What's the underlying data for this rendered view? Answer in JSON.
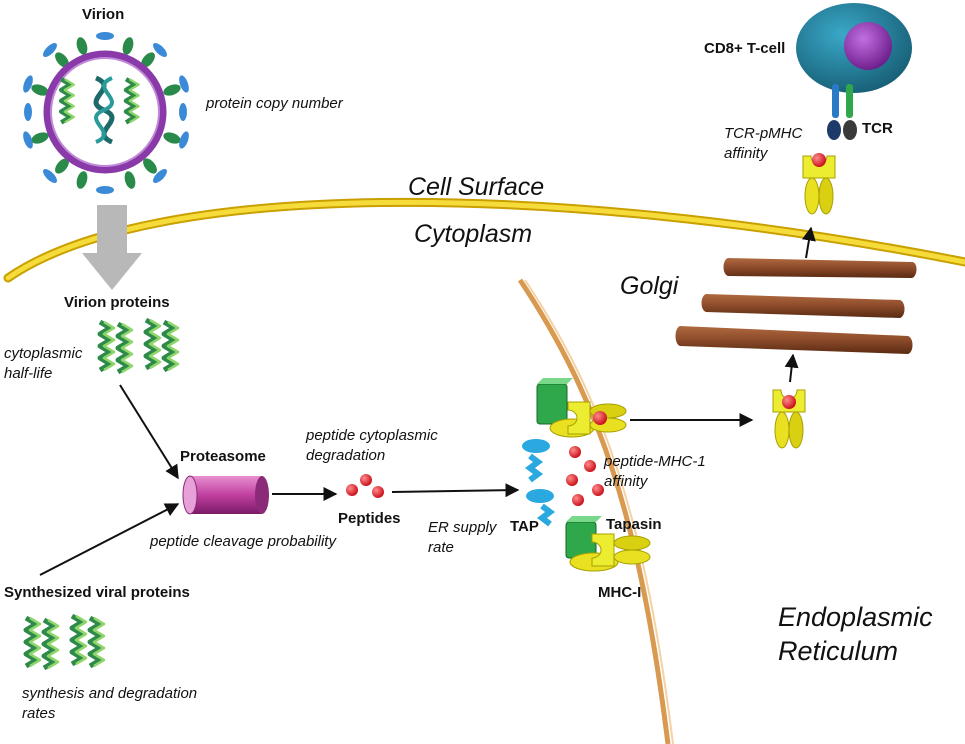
{
  "labels": {
    "virion": "Virion",
    "protein_copy_number": "protein copy number",
    "virion_proteins": "Virion proteins",
    "cytoplasmic_half_life_1": "cytoplasmic",
    "cytoplasmic_half_life_2": "half-life",
    "proteasome": "Proteasome",
    "peptide_cleavage_probability": "peptide cleavage probability",
    "peptide_degradation_1": "peptide cytoplasmic",
    "peptide_degradation_2": "degradation",
    "peptides": "Peptides",
    "er_supply_1": "ER supply",
    "er_supply_2": "rate",
    "tap": "TAP",
    "tapasin": "Tapasin",
    "mhc_i": "MHC-I",
    "peptide_mhc_affinity_1": "peptide-MHC-1",
    "peptide_mhc_affinity_2": "affinity",
    "golgi": "Golgi",
    "cell_surface": "Cell Surface",
    "cytoplasm": "Cytoplasm",
    "cd8_t_cell": "CD8+ T-cell",
    "tcr": "TCR",
    "tcr_pmhc_affinity_1": "TCR-pMHC",
    "tcr_pmhc_affinity_2": "affinity",
    "synthesized_viral_proteins": "Synthesized viral proteins",
    "synthesis_rates_1": "synthesis and degradation",
    "synthesis_rates_2": "rates",
    "er_1": "Endoplasmic",
    "er_2": "Reticulum"
  },
  "colors": {
    "membrane": "#f2d22a",
    "er_membrane": "#e8a85a",
    "golgi": "#8b4a2a",
    "proteasome": "#c040a0",
    "peptide": "#e0202a",
    "mhc": "#e8e020",
    "tapasin": "#2ea84a",
    "tap": "#2aa8e0",
    "t_cell": "#1e7a9a",
    "t_cell_nucleus": "#8a3aa8",
    "virion_capsid": "#8a3aa8",
    "virion_spike": "#2a8a4a",
    "virion_tip": "#3a8ad8",
    "helix": "#3aa860",
    "arrow": "#111111",
    "big_arrow": "#b4b4b4"
  }
}
